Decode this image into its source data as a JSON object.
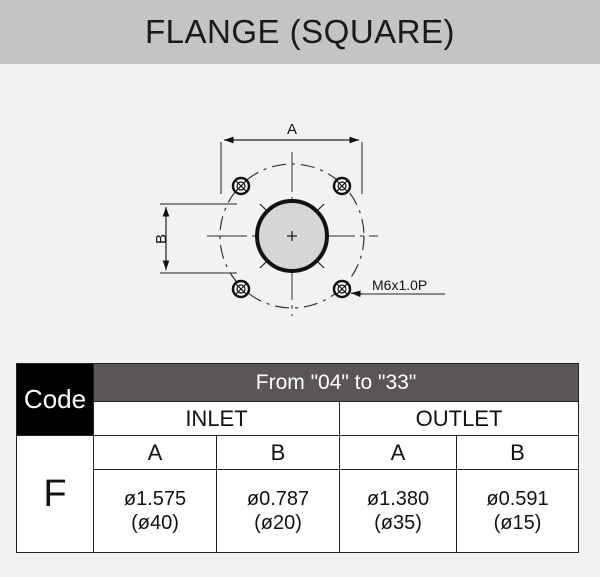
{
  "header": {
    "title": "FLANGE (SQUARE)"
  },
  "drawing": {
    "dim_a": "A",
    "dim_b": "B",
    "bolt_label": "M6x1.0P"
  },
  "table": {
    "code_header": "Code",
    "range_header": "From \"04\" to \"33\"",
    "groups": [
      "INLET",
      "OUTLET"
    ],
    "columns": [
      "A",
      "B",
      "A",
      "B"
    ],
    "rows": [
      {
        "code": "F",
        "values": [
          {
            "inch": "ø1.575",
            "mm": "(ø40)"
          },
          {
            "inch": "ø0.787",
            "mm": "(ø20)"
          },
          {
            "inch": "ø1.380",
            "mm": "(ø35)"
          },
          {
            "inch": "ø0.591",
            "mm": "(ø15)"
          }
        ]
      }
    ]
  }
}
